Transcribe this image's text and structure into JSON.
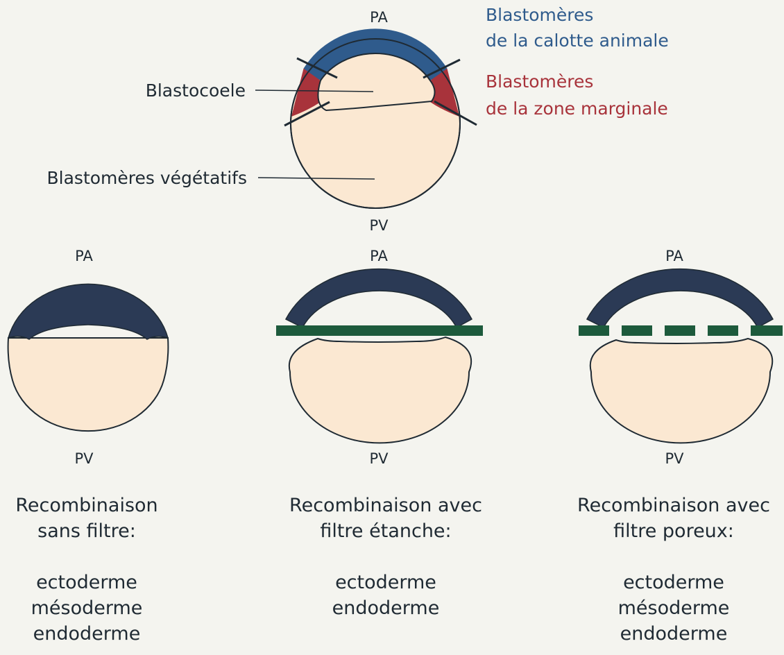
{
  "top": {
    "pole_animal": "PA",
    "pole_vegetal": "PV",
    "label_blastocoele": "Blastocoele",
    "label_vegetatifs": "Blastomères végétatifs",
    "legend_animal_line1": "Blastomères",
    "legend_animal_line2": "de la calotte animale",
    "legend_marginal_line1": "Blastomères",
    "legend_marginal_line2": "de la zone marginale"
  },
  "panels": [
    {
      "pole_animal": "PA",
      "pole_vegetal": "PV",
      "caption_line1": "Recombinaison",
      "caption_line2": "sans filtre:",
      "result_1": "ectoderme",
      "result_2": "mésoderme",
      "result_3": "endoderme"
    },
    {
      "pole_animal": "PA",
      "pole_vegetal": "PV",
      "caption_line1": "Recombinaison avec",
      "caption_line2": "filtre étanche:",
      "result_1": "ectoderme",
      "result_2": "endoderme"
    },
    {
      "pole_animal": "PA",
      "pole_vegetal": "PV",
      "caption_line1": "Recombinaison avec",
      "caption_line2": "filtre poreux:",
      "result_1": "ectoderme",
      "result_2": "mésoderme",
      "result_3": "endoderme"
    }
  ],
  "colors": {
    "background": "#f4f4ef",
    "vegetal_fill": "#fbe8d2",
    "animal_cap": "#2f5b8c",
    "marginal_zone": "#a8333b",
    "animal_cap_dark": "#2b3a55",
    "filter": "#1d5a3c",
    "text": "#1f2a33",
    "legend_animal_text": "#2f5b8c",
    "legend_marginal_text": "#a8333b"
  }
}
